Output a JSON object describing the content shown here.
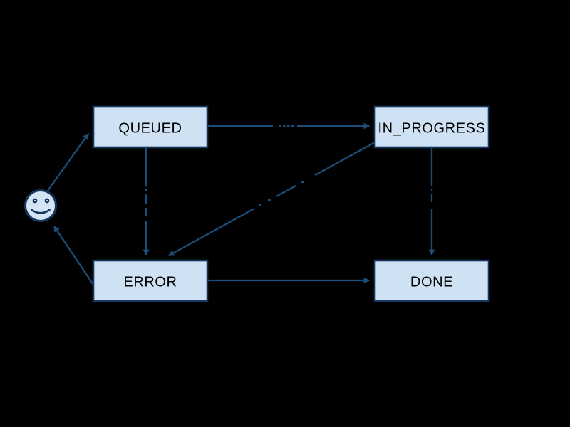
{
  "diagram": {
    "kind": "state-machine",
    "colors": {
      "background": "#000000",
      "node_fill": "#cfe2f3",
      "node_border": "#17375e",
      "edge_color": "#1d4e7a",
      "node_text": "#000000"
    },
    "nodes": [
      {
        "id": "queued",
        "label": "QUEUED"
      },
      {
        "id": "in_progress",
        "label": "IN_PROGRESS"
      },
      {
        "id": "error",
        "label": "ERROR"
      },
      {
        "id": "done",
        "label": "DONE"
      },
      {
        "id": "start",
        "label": "",
        "icon": "smiley-face-icon"
      }
    ],
    "edges": [
      {
        "from": "start",
        "to": "queued"
      },
      {
        "from": "queued",
        "to": "in_progress"
      },
      {
        "from": "queued",
        "to": "error"
      },
      {
        "from": "in_progress",
        "to": "error"
      },
      {
        "from": "in_progress",
        "to": "done"
      },
      {
        "from": "error",
        "to": "done"
      },
      {
        "from": "error",
        "to": "start"
      }
    ]
  }
}
